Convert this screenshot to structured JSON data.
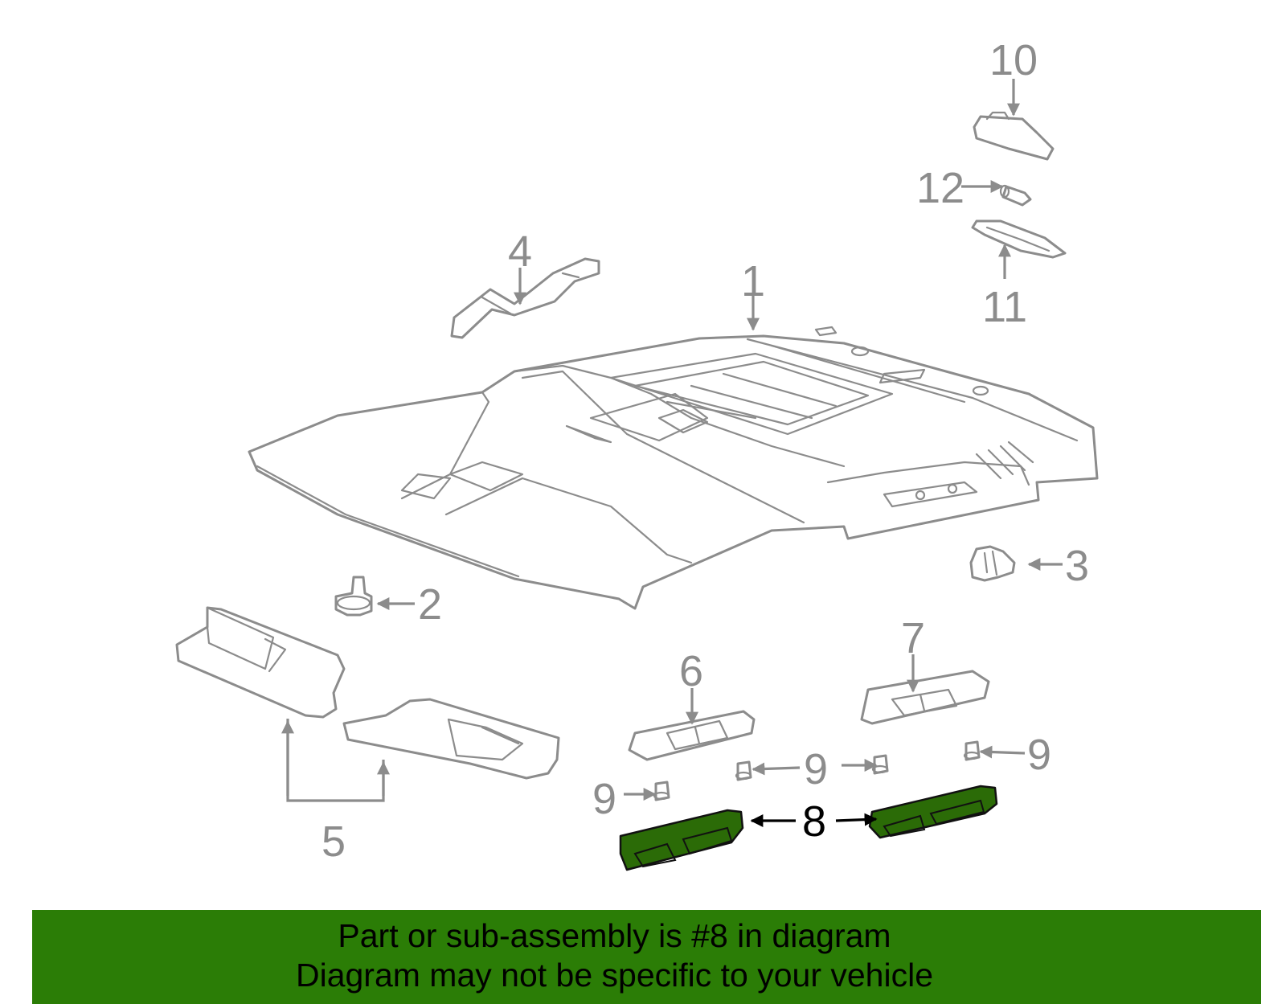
{
  "callouts": {
    "c1": "1",
    "c2": "2",
    "c3": "3",
    "c4": "4",
    "c5": "5",
    "c6": "6",
    "c7": "7",
    "c8": "8",
    "c9": "9",
    "c10": "10",
    "c11": "11",
    "c12": "12"
  },
  "banner": {
    "line1": "Part or sub-assembly is #8 in diagram",
    "line2": "Diagram may not be specific to your vehicle"
  },
  "colors": {
    "part_outline": "#8c8c8c",
    "highlight_part": "#2b6b07",
    "banner_background": "#2b7d06"
  },
  "highlighted_part": "8"
}
